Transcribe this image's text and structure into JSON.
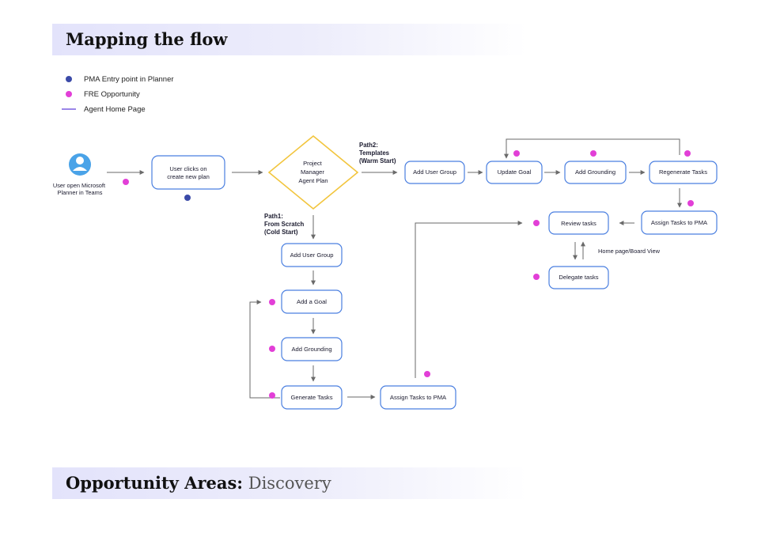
{
  "header": {
    "title": "Mapping the flow"
  },
  "footer": {
    "title_bold": "Opportunity Areas:",
    "title_light": "Discovery"
  },
  "legend": [
    {
      "label": "PMA Entry point in Planner",
      "marker": "dot",
      "color": "#3b4aa8"
    },
    {
      "label": "FRE Opportunity",
      "marker": "dot",
      "color": "#e23fd7"
    },
    {
      "label": "Agent Home Page",
      "marker": "line",
      "color": "#9b86e8"
    }
  ],
  "colors": {
    "node_border": "#4a7fe0",
    "decision_border": "#f2c53d",
    "arrow": "#6a6a6a",
    "entry_dot": "#3b4aa8",
    "fre_dot": "#e23fd7",
    "user_icon": "#4aa3e8"
  },
  "user": {
    "icon": "user-avatar-icon",
    "label_lines": [
      "User open Microsoft",
      "Planner in Teams"
    ]
  },
  "nodes": {
    "create_plan": [
      "User clicks on",
      "create new plan"
    ],
    "decision": [
      "Project",
      "Manager",
      "Agent Plan"
    ],
    "p1_add_user_group": [
      "Add User Group"
    ],
    "p1_add_goal": [
      "Add a Goal"
    ],
    "p1_add_grounding": [
      "Add Grounding"
    ],
    "p1_generate_tasks": [
      "Generate Tasks"
    ],
    "p1_assign_tasks": [
      "Assign Tasks to PMA"
    ],
    "p2_add_user_group": [
      "Add User Group"
    ],
    "p2_update_goal": [
      "Update Goal"
    ],
    "p2_add_grounding": [
      "Add Grounding"
    ],
    "p2_regenerate_tasks": [
      "Regenerate Tasks"
    ],
    "p2_assign_tasks": [
      "Assign Tasks to PMA"
    ],
    "review_tasks": [
      "Review tasks"
    ],
    "delegate_tasks": [
      "Delegate tasks"
    ]
  },
  "labels": {
    "path1": [
      "Path1:",
      "From Scratch",
      "(Cold Start)"
    ],
    "path2": [
      "Path2:",
      "Templates",
      "(Warm Start)"
    ],
    "home_board": "Home page/Board View"
  }
}
